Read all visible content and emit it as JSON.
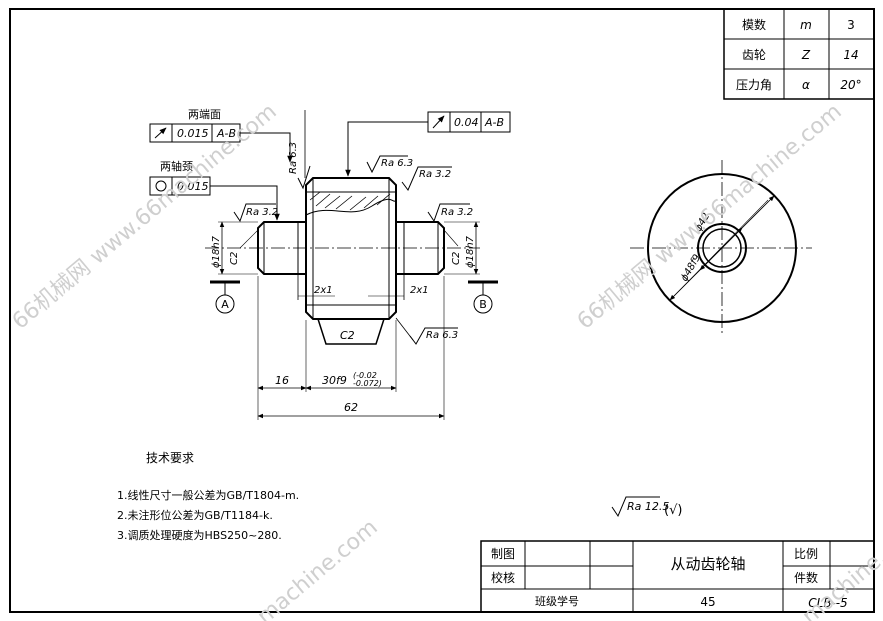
{
  "param_table": [
    {
      "label": "模数",
      "symbol": "m",
      "value": "3"
    },
    {
      "label": "齿轮",
      "symbol": "Z",
      "value": "14"
    },
    {
      "label": "压力角",
      "symbol": "α",
      "value": "20°"
    }
  ],
  "tolerances": {
    "runout_ends_title": "两端面",
    "runout_ends_value": "0.015",
    "runout_ends_datum": "A-B",
    "cyl_title": "两轴颈",
    "cyl_value": "0.015",
    "runout_gear_value": "0.04",
    "runout_gear_datum": "A-B"
  },
  "roughness": {
    "ra63_left": "Ra 6.3",
    "ra63_top": "Ra 6.3",
    "ra32_top": "Ra 3.2",
    "ra32_left": "Ra 3.2",
    "ra32_right": "Ra 3.2",
    "ra63_bottom": "Ra 6.3",
    "general": "Ra 12.5",
    "general_mark": "(√)"
  },
  "dimensions": {
    "dia_left": "ϕ18h7",
    "chamfer_left": "C2",
    "dia_right": "ϕ18h7",
    "chamfer_right": "C2",
    "groove_left": "2x1",
    "groove_right": "2x1",
    "chamfer_bottom": "C2",
    "len_16": "16",
    "len_30": "30f9",
    "tol_upper": "(-0.02",
    "tol_lower": "-0.072)",
    "len_62": "62",
    "datum_a": "A",
    "datum_b": "B",
    "dia_inner": "ϕ42",
    "dia_outer": "ϕ48f9"
  },
  "notes": {
    "title": "技术要求",
    "items": [
      "1.线性尺寸一般公差为GB/T1804-m.",
      "2.未注形位公差为GB/T1184-k.",
      "3.调质处理硬度为HBS250~280."
    ]
  },
  "title_block": {
    "drawn": "制图",
    "checked": "校核",
    "class_id": "班级学号",
    "name": "从动齿轮轴",
    "scale": "比例",
    "quantity": "件数",
    "material": "45",
    "code": "CLB--5"
  },
  "watermark": {
    "text1": "66机械网 www.66machine.com",
    "text2": "66机械网 www.66machine.com",
    "text3": "machine.com",
    "text4": "machine.com"
  }
}
